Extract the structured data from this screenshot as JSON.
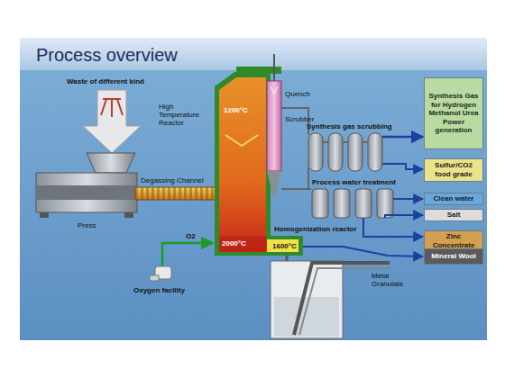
{
  "diagram": {
    "title": "Process overview",
    "nodes": [
      {
        "text": [
          "Synthesis Gas for Hydrogen Methanol Urea Power generation"
        ]
      },
      {
        "text": [
          "Sulfur/CO2 food grade"
        ]
      },
      {
        "text": [
          "Clean water"
        ]
      },
      {
        "text": [
          "Salt"
        ]
      },
      {
        "text": [
          "Zinc Concentrate"
        ]
      },
      {
        "text": [
          "Mineral Wool"
        ]
      }
    ],
    "labels": [
      "Waste of different kind",
      "High Temperature Reactor",
      "1200°C",
      "Quench",
      "Scrubber",
      "Synthesis gas scrubbing",
      "Process water treatment",
      "Degassing Channel",
      "Press",
      "O2",
      "2000°C",
      "Homogenization reactor",
      "1600°C",
      "Metal Granulate",
      "Oxygen facility"
    ]
  }
}
